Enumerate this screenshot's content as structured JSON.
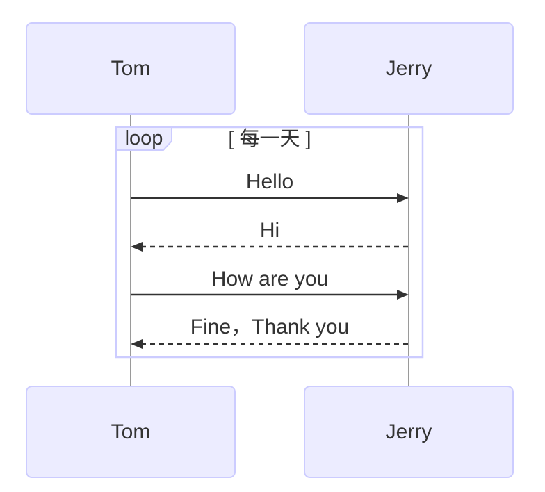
{
  "diagram": {
    "type": "sequence-diagram",
    "background": "#ffffff",
    "colors": {
      "actor_fill": "#ECECFF",
      "actor_border": "#CCCCFF",
      "lifeline": "#9a9a9a",
      "message_line": "#333333",
      "arrowhead_fill": "#333333",
      "loop_border": "#CCCCFF",
      "loop_label_fill": "#ECECFF",
      "text": "#333333",
      "canvas_fill": "none"
    },
    "actors": [
      {
        "name": "Tom"
      },
      {
        "name": "Jerry"
      }
    ],
    "loop": {
      "keyword": "loop",
      "condition": "[ 每一天 ]"
    },
    "messages": [
      {
        "from": "Tom",
        "to": "Jerry",
        "text": "Hello",
        "line": "solid",
        "direction": "right"
      },
      {
        "from": "Jerry",
        "to": "Tom",
        "text": "Hi",
        "line": "dashed",
        "direction": "left"
      },
      {
        "from": "Tom",
        "to": "Jerry",
        "text": "How are you",
        "line": "solid",
        "direction": "right"
      },
      {
        "from": "Jerry",
        "to": "Tom",
        "text": "Fine，Thank you",
        "line": "dashed",
        "direction": "left"
      }
    ]
  }
}
